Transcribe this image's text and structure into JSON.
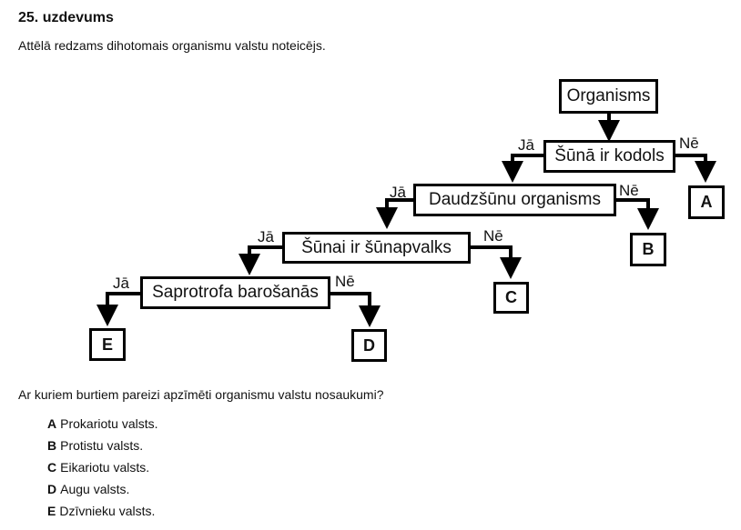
{
  "task": {
    "title": "25. uzdevums",
    "intro": "Attēlā redzams dihotomais organismu valstu noteicējs.",
    "question": "Ar kuriem burtiem pareizi apzīmēti organismu valstu nosaukumi?"
  },
  "key": {
    "root": "Organisms",
    "q1": "Šūnā ir kodols",
    "q2": "Daudzšūnu organisms",
    "q3": "Šūnai ir šūnapvalks",
    "q4": "Saprotrofa barošanās",
    "yes": "Jā",
    "no": "Nē",
    "leaves": {
      "a": "A",
      "b": "B",
      "c": "C",
      "d": "D",
      "e": "E"
    }
  },
  "options": [
    {
      "letter": "A",
      "text": "Prokariotu valsts."
    },
    {
      "letter": "B",
      "text": "Protistu valsts."
    },
    {
      "letter": "C",
      "text": "Eikariotu valsts."
    },
    {
      "letter": "D",
      "text": "Augu valsts."
    },
    {
      "letter": "E",
      "text": "Dzīvnieku valsts."
    }
  ]
}
